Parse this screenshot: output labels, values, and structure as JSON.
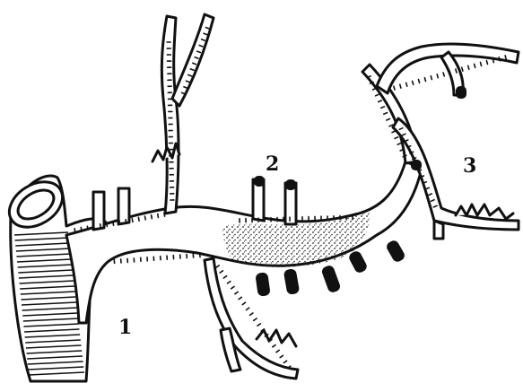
{
  "figure": {
    "labels": [
      {
        "id": "1",
        "text": "1"
      },
      {
        "id": "2",
        "text": "2"
      },
      {
        "id": "3",
        "text": "3"
      }
    ],
    "colors": {
      "ink": "#111111",
      "background": "#ffffff",
      "stipple": "#222222"
    }
  }
}
